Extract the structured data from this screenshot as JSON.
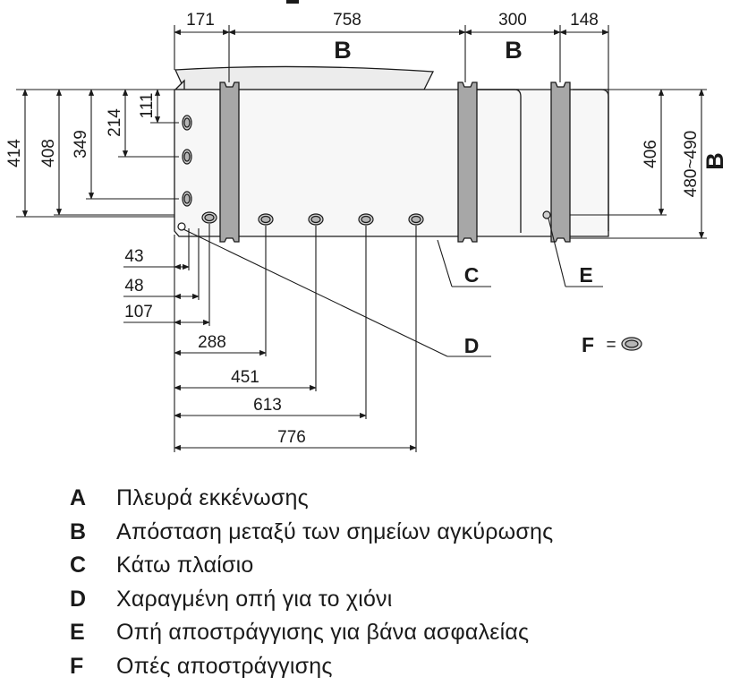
{
  "top_dims": {
    "d1": "171",
    "d2": "758",
    "d3": "300",
    "d4": "148",
    "b1": "B",
    "b2": "B"
  },
  "left_dims": {
    "d1": "414",
    "d2": "408",
    "d3": "349",
    "d4": "214",
    "d5": "111"
  },
  "right_dims": {
    "d1": "406",
    "d2": "480~490",
    "label": "B"
  },
  "bottom_dims": {
    "d1": "43",
    "d2": "48",
    "d3": "107",
    "d4": "288",
    "d5": "451",
    "d6": "613",
    "d7": "776"
  },
  "callouts": {
    "c": "C",
    "d": "D",
    "e": "E",
    "f": "F",
    "f_eq": "="
  },
  "legend": [
    {
      "key": "A",
      "text": "Πλευρά εκκένωσης"
    },
    {
      "key": "B",
      "text": "Απόσταση μεταξύ των σημείων αγκύρωσης"
    },
    {
      "key": "C",
      "text": "Κάτω πλαίσιο"
    },
    {
      "key": "D",
      "text": "Χαραγμένη οπή για το χιόνι"
    },
    {
      "key": "E",
      "text": "Οπή αποστράγγισης για βάνα ασφαλείας"
    },
    {
      "key": "F",
      "text": "Οπές αποστράγγισης"
    }
  ]
}
